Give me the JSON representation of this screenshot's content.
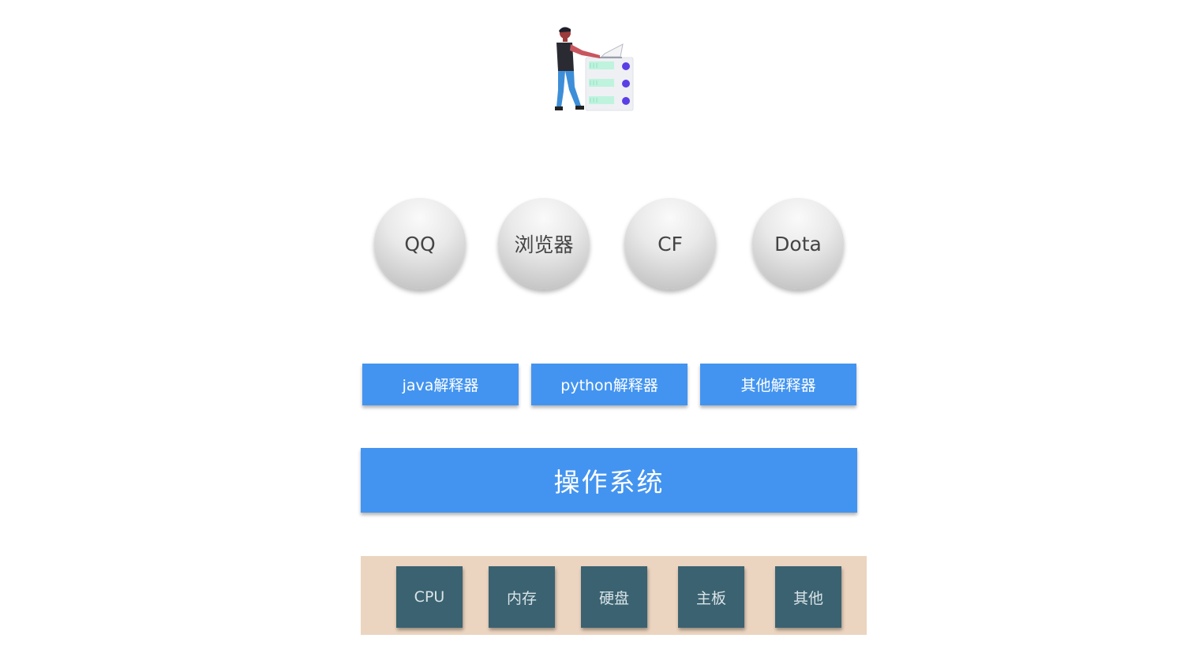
{
  "applications": [
    {
      "label": "QQ"
    },
    {
      "label": "浏览器"
    },
    {
      "label": "CF"
    },
    {
      "label": "Dota"
    }
  ],
  "interpreters": [
    {
      "label": "java解释器"
    },
    {
      "label": "python解释器"
    },
    {
      "label": "其他解释器"
    }
  ],
  "operating_system": {
    "label": "操作系统"
  },
  "hardware": [
    {
      "label": "CPU"
    },
    {
      "label": "内存"
    },
    {
      "label": "硬盘"
    },
    {
      "label": "主板"
    },
    {
      "label": "其他"
    }
  ],
  "colors": {
    "interpreter_blue": "#4394f0",
    "os_blue": "#4394f0",
    "hardware_bg": "#ecd5c0",
    "hardware_box": "#3b6270",
    "app_circle": "#dcdcdc"
  },
  "illustration": {
    "icon": "person-at-server-icon"
  }
}
